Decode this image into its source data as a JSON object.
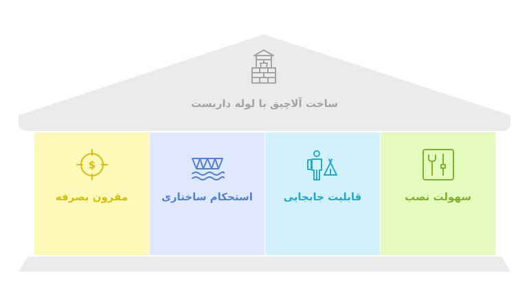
{
  "roof": {
    "title": "ساخت آلاچیق با لوله داربست",
    "icon": "well-icon",
    "fill_color": "#ebebeb",
    "text_color": "#a3a3a3"
  },
  "pillars": [
    {
      "label": "مقرون بصرفه",
      "icon": "dollar-target-icon",
      "bg": "#fef8b9",
      "color": "#d6bd0c"
    },
    {
      "label": "استحکام ساختاری",
      "icon": "bridge-icon",
      "bg": "#dfe8fc",
      "color": "#4f7fd6"
    },
    {
      "label": "قابلیت جابجایی",
      "icon": "hiker-tent-icon",
      "bg": "#d2f1fb",
      "color": "#21a8cf"
    },
    {
      "label": "سهولت نصب",
      "icon": "tools-icon",
      "bg": "#e5fbbd",
      "color": "#7eb12b"
    }
  ],
  "base": {
    "fill_color": "#ebebeb"
  }
}
